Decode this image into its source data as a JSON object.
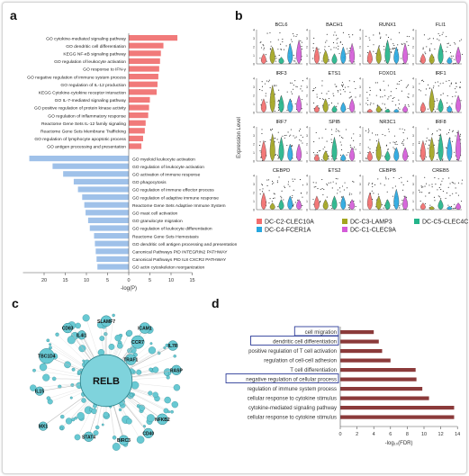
{
  "panels": {
    "a": "a",
    "b": "b",
    "c": "c",
    "d": "d"
  },
  "colors": {
    "up_bar": "#f17a7a",
    "down_bar": "#9fc1e9",
    "axis": "#555555",
    "cell_types": [
      "#f26d6d",
      "#a3a51f",
      "#24b48a",
      "#27a7df",
      "#d45bd8"
    ],
    "network_node": "#68c9d3",
    "network_hub": "#7fd3dc",
    "network_edge": "#d9d9d9",
    "d_bar": "#8b3a3a",
    "d_box": "#2e3d9a"
  },
  "chart_data": [
    {
      "id": "a",
      "type": "bar",
      "orientation": "horizontal",
      "xlabel": "-log(P)",
      "xlim": [
        -25,
        15
      ],
      "xticks": [
        20,
        15,
        10,
        5,
        0,
        5,
        10,
        15
      ],
      "series": [
        {
          "categories": [
            "GO cytokine-mediated signaling pathway",
            "GO dendritic cell differentiation",
            "KEGG NF-κB signaling pathway",
            "GO regulation of leukocyte activation",
            "GO response to IFN-γ",
            "GO negative regulation of immune system process",
            "GO regulation of IL-12 production",
            "KEGG Cytokine-cytokine receptor interaction",
            "GO IL-7-mediated signaling pathway",
            "GO positive regulation of protein kinase activity",
            "GO regulation of inflammatory response",
            "Reactome Gene Sets IL-12 family signaling",
            "Reactome Gene Sets Membrane Trafficking",
            "GO regulation of lymphocyte apoptotic process",
            "GO antigen processing and presentation"
          ],
          "values": [
            11.5,
            8.2,
            7.6,
            7.4,
            7.2,
            7.0,
            6.8,
            6.6,
            5.0,
            4.8,
            4.6,
            4.0,
            3.8,
            3.4,
            3.0
          ]
        },
        {
          "categories": [
            "GO myeloid leukocyte activation",
            "GO regulation of leukocyte activation",
            "GO activation of immune response",
            "GO phagocytosis",
            "GO regulation of immune effector process",
            "GO regulation of adaptive immune response",
            "Reactome Gene Sets Adaptive Immune System",
            "GO mast cell activation",
            "GO granulocyte migration",
            "GO regulation of leukocyte differentiation",
            "Reactome Gene Sets Hemostasis",
            "GO dendritic cell antigen processing and presentation",
            "Canonical Pathways PID INTEGRIN2 PATHWAY",
            "Canonical Pathways PID IL8 CXCR2 PATHWAY",
            "GO actin cytoskeleton reorganization"
          ],
          "values": [
            23.5,
            18.0,
            15.5,
            13.0,
            12.0,
            11.0,
            10.5,
            10.2,
            9.6,
            9.2,
            8.2,
            8.0,
            7.8,
            7.6,
            7.4
          ]
        }
      ]
    },
    {
      "id": "b",
      "type": "violin",
      "ylabel": "Expression Level",
      "genes": [
        "BCL6",
        "BACH1",
        "RUNX1",
        "FLI1",
        "IRF3",
        "ETS1",
        "FOXO1",
        "IRF1",
        "IRF7",
        "SPIB",
        "NR3C1",
        "IRF8",
        "CEBPD",
        "ETS2",
        "CEBPB",
        "CREB5"
      ],
      "yticks": [
        "0",
        "1",
        "2",
        "3",
        "4"
      ],
      "legend": [
        "DC-C2-CLEC10A",
        "DC-C3-LAMP3",
        "DC-C5-CLEC4C",
        "DC-C4-FCER1A",
        "DC-C1-CLEC9A"
      ],
      "violin_heights": [
        [
          0.3,
          0.5,
          0.2,
          0.6,
          0.7
        ],
        [
          0.5,
          0.4,
          0.3,
          0.5,
          0.6
        ],
        [
          0.4,
          0.5,
          0.7,
          0.5,
          0.6
        ],
        [
          0.3,
          0.3,
          0.6,
          0.2,
          0.5
        ],
        [
          0.4,
          0.8,
          0.5,
          0.4,
          0.5
        ],
        [
          0.2,
          0.4,
          0.2,
          0.3,
          0.4
        ],
        [
          0.1,
          0.2,
          0.1,
          0.1,
          0.2
        ],
        [
          0.3,
          0.7,
          0.4,
          0.2,
          0.5
        ],
        [
          0.6,
          0.8,
          0.7,
          0.5,
          0.5
        ],
        [
          0.2,
          0.3,
          0.7,
          0.2,
          0.4
        ],
        [
          0.3,
          0.6,
          0.3,
          0.4,
          0.4
        ],
        [
          0.6,
          0.7,
          0.8,
          0.7,
          0.9
        ],
        [
          0.5,
          0.2,
          0.3,
          0.4,
          0.3
        ],
        [
          0.4,
          0.3,
          0.4,
          0.4,
          0.3
        ],
        [
          0.5,
          0.4,
          0.3,
          0.6,
          0.4
        ],
        [
          0.2,
          0.1,
          0.3,
          0.1,
          0.2
        ]
      ]
    },
    {
      "id": "c",
      "type": "network",
      "nodes": [
        {
          "label": "RELB",
          "size": 3.2,
          "x": 0.0,
          "y": 0.0
        },
        {
          "label": "TBC1D4",
          "size": 1.4,
          "x": -0.85,
          "y": -0.35
        },
        {
          "label": "CCR7",
          "size": 1.2,
          "x": 0.45,
          "y": -0.55
        },
        {
          "label": "SLAMF7",
          "size": 1.0,
          "x": 0.0,
          "y": -0.85
        },
        {
          "label": "ICAM1",
          "size": 1.0,
          "x": 0.55,
          "y": -0.75
        },
        {
          "label": "IL7R",
          "size": 0.9,
          "x": 0.95,
          "y": -0.5
        },
        {
          "label": "RASP",
          "size": 0.9,
          "x": 1.0,
          "y": -0.15
        },
        {
          "label": "TRAF1",
          "size": 1.0,
          "x": 0.35,
          "y": -0.3
        },
        {
          "label": "NFKB2",
          "size": 1.0,
          "x": 0.8,
          "y": 0.55
        },
        {
          "label": "CD40",
          "size": 0.9,
          "x": 0.6,
          "y": 0.75
        },
        {
          "label": "BIRC3",
          "size": 0.9,
          "x": 0.25,
          "y": 0.85
        },
        {
          "label": "STAT4",
          "size": 0.9,
          "x": -0.25,
          "y": 0.8
        },
        {
          "label": "MX1",
          "size": 0.8,
          "x": -0.9,
          "y": 0.65
        },
        {
          "label": "IL15",
          "size": 0.8,
          "x": -0.95,
          "y": 0.15
        },
        {
          "label": "CD83",
          "size": 0.9,
          "x": -0.55,
          "y": -0.75
        },
        {
          "label": "IL4I1",
          "size": 0.8,
          "x": -0.35,
          "y": -0.65
        }
      ]
    },
    {
      "id": "d",
      "type": "bar",
      "orientation": "horizontal",
      "xlabel": "-log₁₀(FDR)",
      "xlim": [
        0,
        14
      ],
      "xticks": [
        0,
        2,
        4,
        6,
        8,
        10,
        12,
        14
      ],
      "categories": [
        "cell migration",
        "dendritic cell differentiation",
        "positive regulation of T cell activation",
        "regulation of cell-cell adhesion",
        "T cell differentiation",
        "negative regulation of cellular process",
        "regulation of immune system process",
        "cellular response to cytokine stimulus",
        "cytokine-mediated signaling pathway",
        "cellular response to cytokine stimulus"
      ],
      "values": [
        4.0,
        4.6,
        5.0,
        6.0,
        9.0,
        9.1,
        9.8,
        10.6,
        13.6,
        13.6
      ],
      "boxed": [
        true,
        true,
        false,
        false,
        false,
        true,
        false,
        false,
        false,
        false
      ]
    }
  ]
}
